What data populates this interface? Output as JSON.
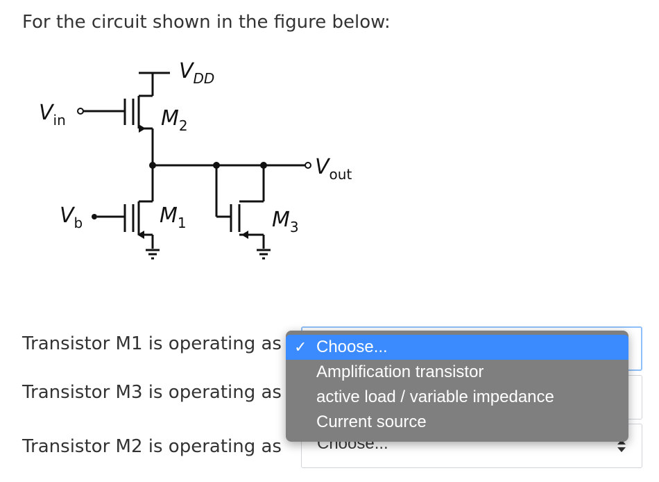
{
  "question": "For the circuit shown in the figure below:",
  "circuit": {
    "vdd": "V",
    "vdd_sub": "DD",
    "vin": "V",
    "vin_sub": "in",
    "vb": "V",
    "vb_sub": "b",
    "vout": "V",
    "vout_sub": "out",
    "m1": "M",
    "m1_sub": "1",
    "m2": "M",
    "m2_sub": "2",
    "m3": "M",
    "m3_sub": "3"
  },
  "rows": [
    {
      "label": "Transistor M1 is operating as",
      "value": ""
    },
    {
      "label": "Transistor M3 is operating as",
      "value": ""
    },
    {
      "label": "Transistor M2 is operating as",
      "value": "Choose..."
    }
  ],
  "dropdown": {
    "options": [
      {
        "label": "Choose...",
        "selected": true
      },
      {
        "label": "Amplification transistor",
        "selected": false
      },
      {
        "label": "active load / variable impedance",
        "selected": false
      },
      {
        "label": "Current source",
        "selected": false
      }
    ],
    "check_glyph": "✓"
  }
}
